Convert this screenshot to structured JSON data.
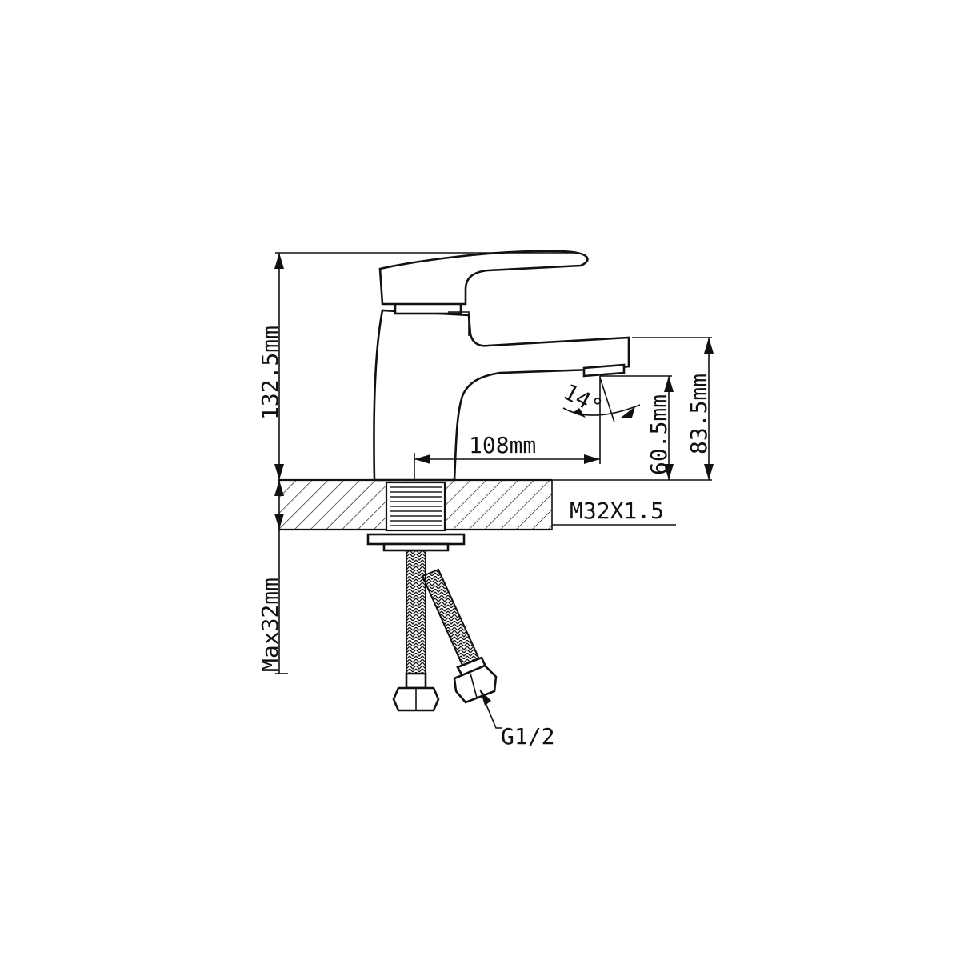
{
  "dimensions": {
    "total_height": "132.5mm",
    "spout_height": "83.5mm",
    "outlet_height": "60.5mm",
    "spout_reach": "108mm",
    "spout_angle": "14°",
    "thread": "M32X1.5",
    "max_deck_thickness": "Max32mm",
    "hose_connection": "G1/2"
  },
  "colors": {
    "line": "#111111",
    "background": "#ffffff"
  }
}
